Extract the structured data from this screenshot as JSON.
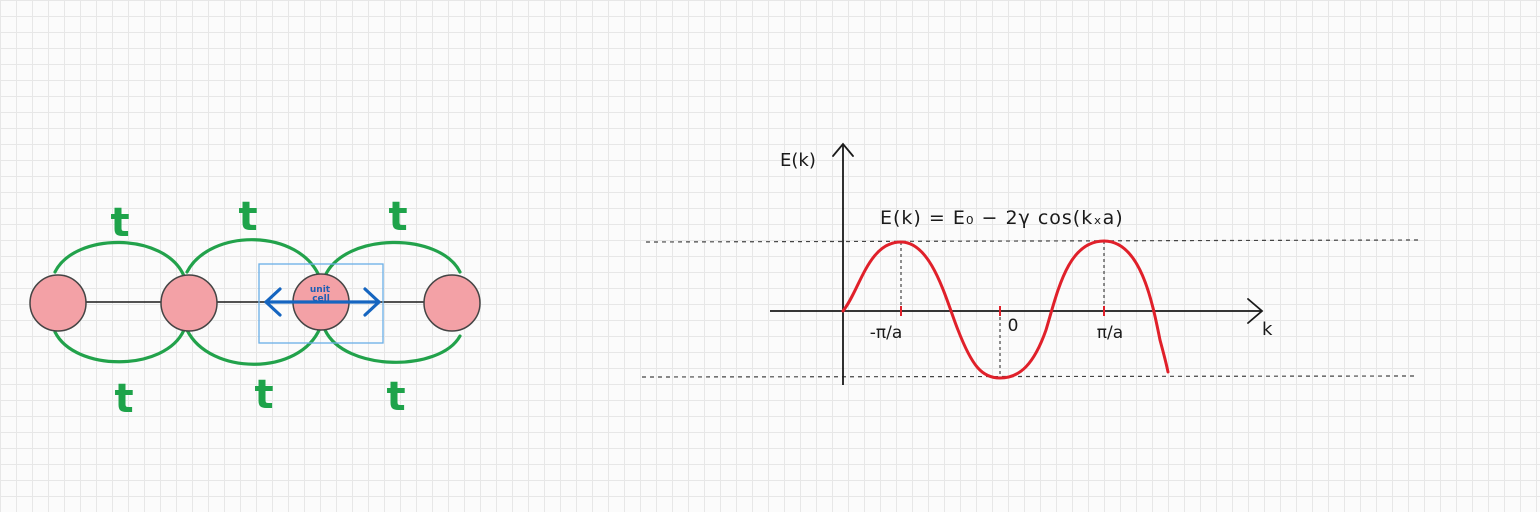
{
  "lattice": {
    "bond_label": "t",
    "bond_labels_top": [
      "t",
      "t",
      "t"
    ],
    "bond_labels_bottom": [
      "t",
      "t",
      "t"
    ],
    "unit_cell_label_line1": "unit",
    "unit_cell_label_line2": "cell",
    "colors": {
      "atom_fill": "#f3a1a6",
      "atom_stroke": "#444444",
      "bond": "#22a24b",
      "unit_cell_box": "#6aaee6",
      "unit_cell_arrow": "#1565c0",
      "chain_line": "#1a1a1a"
    }
  },
  "plot": {
    "y_axis_label": "E(k)",
    "x_axis_label": "k",
    "formula": "E(k) = E₀ − 2γ cos(kₓa)",
    "tick_labels": [
      "-π/a",
      "0",
      "π/a"
    ],
    "colors": {
      "curve": "#e0202a",
      "axis": "#1a1a1a",
      "dashed": "#444444",
      "tick": "#e0202a"
    }
  }
}
